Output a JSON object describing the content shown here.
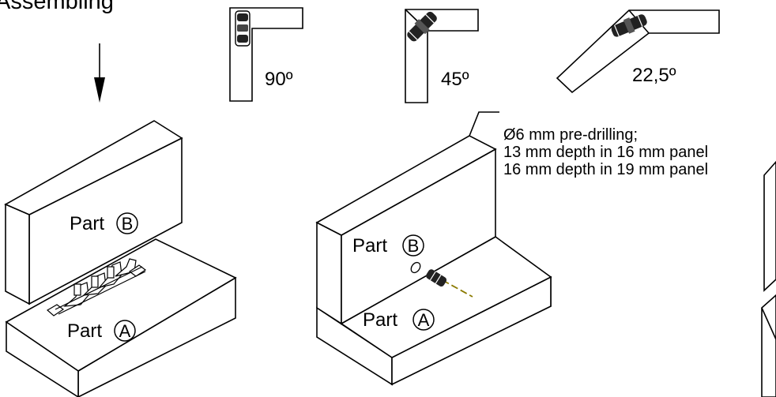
{
  "title": "Assembling",
  "angles": {
    "a90": "90º",
    "a45": "45º",
    "a22": "22,5º"
  },
  "note": {
    "line1": "Ø6 mm pre-drilling;",
    "line2": "13 mm depth in 16 mm panel",
    "line3": "16 mm depth in 19 mm panel"
  },
  "parts": {
    "left_top": {
      "text": "Part",
      "mark": "B"
    },
    "left_bottom": {
      "text": "Part",
      "mark": "A"
    },
    "mid_top": {
      "text": "Part",
      "mark": "B"
    },
    "mid_bottom": {
      "text": "Part",
      "mark": "A"
    }
  }
}
